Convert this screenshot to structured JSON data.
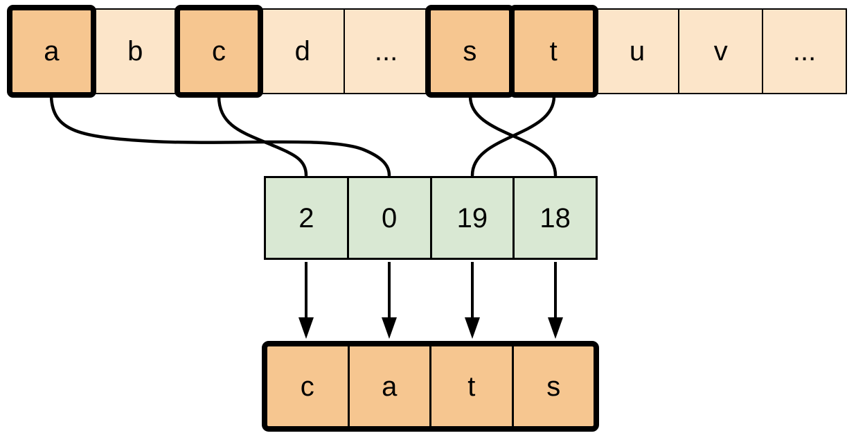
{
  "diagram": {
    "alphabet_row": {
      "cells": [
        {
          "label": "a",
          "highlighted": true
        },
        {
          "label": "b",
          "highlighted": false
        },
        {
          "label": "c",
          "highlighted": true
        },
        {
          "label": "d",
          "highlighted": false
        },
        {
          "label": "...",
          "highlighted": false
        },
        {
          "label": "s",
          "highlighted": true
        },
        {
          "label": "t",
          "highlighted": true
        },
        {
          "label": "u",
          "highlighted": false
        },
        {
          "label": "v",
          "highlighted": false
        },
        {
          "label": "...",
          "highlighted": false
        }
      ]
    },
    "index_row": {
      "cells": [
        "2",
        "0",
        "19",
        "18"
      ]
    },
    "output_row": {
      "cells": [
        "c",
        "a",
        "t",
        "s"
      ]
    },
    "colors": {
      "cell_light_orange": "#FCE5C9",
      "cell_dark_orange": "#F6C690",
      "cell_green": "#D9E8D3",
      "line_black": "#000000",
      "background": "#FFFFFF"
    }
  }
}
